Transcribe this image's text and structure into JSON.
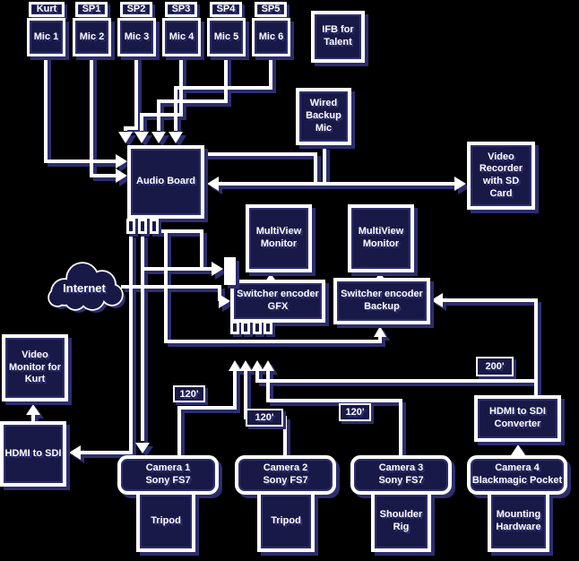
{
  "colors": {
    "background": "#000000",
    "box_fill": "#191947",
    "box_border": "#ffffff",
    "shadow": "#2d2d6e",
    "text": "#ffffff",
    "text_shadow": "#31317a"
  },
  "mic_columns": [
    {
      "header": "Kurt",
      "mic": "Mic 1"
    },
    {
      "header": "SP1",
      "mic": "Mic 2"
    },
    {
      "header": "SP2",
      "mic": "Mic 3"
    },
    {
      "header": "SP3",
      "mic": "Mic 4"
    },
    {
      "header": "SP4",
      "mic": "Mic 5"
    },
    {
      "header": "SP5",
      "mic": "Mic 6"
    }
  ],
  "nodes": {
    "ifb_talent": "IFB for\nTalent",
    "wired_backup_mic": "Wired\nBackup\nMic",
    "audio_board": "Audio Board",
    "video_recorder": "Video\nRecorder\nwith SD\nCard",
    "multiview_monitor_1": "MultiView\nMonitor",
    "multiview_monitor_2": "MultiView\nMonitor",
    "switcher_gfx": "Switcher encoder\nGFX",
    "switcher_backup": "Switcher encoder\nBackup",
    "internet": "Internet",
    "video_monitor_kurt": "Video\nMonitor for\nKurt",
    "hdmi_to_sdi": "HDMI to SDI",
    "hdmi_to_sdi_converter": "HDMI to SDI\nConverter",
    "camera_1": "Camera 1\nSony FS7",
    "camera_2": "Camera 2\nSony FS7",
    "camera_3": "Camera 3\nSony FS7",
    "camera_4": "Camera 4\nBlackmagic Pocket",
    "tripod_1": "Tripod",
    "tripod_2": "Tripod",
    "shoulder_rig": "Shoulder\nRig",
    "mounting_hardware": "Mounting\nHardware"
  },
  "cable_labels": {
    "cam1": "120'",
    "cam2": "120'",
    "cam3": "120'",
    "cam4": "200'"
  }
}
